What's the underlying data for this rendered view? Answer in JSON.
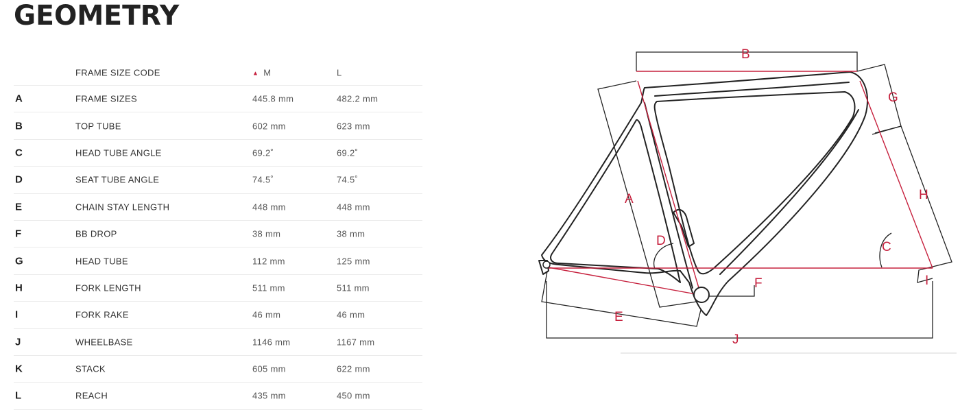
{
  "title": "GEOMETRY",
  "table": {
    "header": {
      "name": "FRAME SIZE CODE",
      "m": "M",
      "l": "L"
    },
    "rows": [
      {
        "letter": "A",
        "name": "FRAME SIZES",
        "m": "445.8 mm",
        "l": "482.2 mm"
      },
      {
        "letter": "B",
        "name": "TOP TUBE",
        "m": "602 mm",
        "l": "623 mm"
      },
      {
        "letter": "C",
        "name": "HEAD TUBE ANGLE",
        "m": "69.2˚",
        "l": "69.2˚"
      },
      {
        "letter": "D",
        "name": "SEAT TUBE ANGLE",
        "m": "74.5˚",
        "l": "74.5˚"
      },
      {
        "letter": "E",
        "name": "CHAIN STAY LENGTH",
        "m": "448 mm",
        "l": "448 mm"
      },
      {
        "letter": "F",
        "name": "BB DROP",
        "m": "38 mm",
        "l": "38 mm"
      },
      {
        "letter": "G",
        "name": "HEAD TUBE",
        "m": "112 mm",
        "l": "125 mm"
      },
      {
        "letter": "H",
        "name": "FORK LENGTH",
        "m": "511 mm",
        "l": "511 mm"
      },
      {
        "letter": "I",
        "name": "FORK RAKE",
        "m": "46 mm",
        "l": "46 mm"
      },
      {
        "letter": "J",
        "name": "WHEELBASE",
        "m": "1146 mm",
        "l": "1167 mm"
      },
      {
        "letter": "K",
        "name": "STACK",
        "m": "605 mm",
        "l": "622 mm"
      },
      {
        "letter": "L",
        "name": "REACH",
        "m": "435 mm",
        "l": "450 mm"
      }
    ]
  },
  "diagram": {
    "labels": {
      "A": "A",
      "B": "B",
      "C": "C",
      "D": "D",
      "E": "E",
      "F": "F",
      "G": "G",
      "H": "H",
      "I": "I",
      "J": "J"
    },
    "accent_color": "#c6203d",
    "line_color": "#222222"
  }
}
